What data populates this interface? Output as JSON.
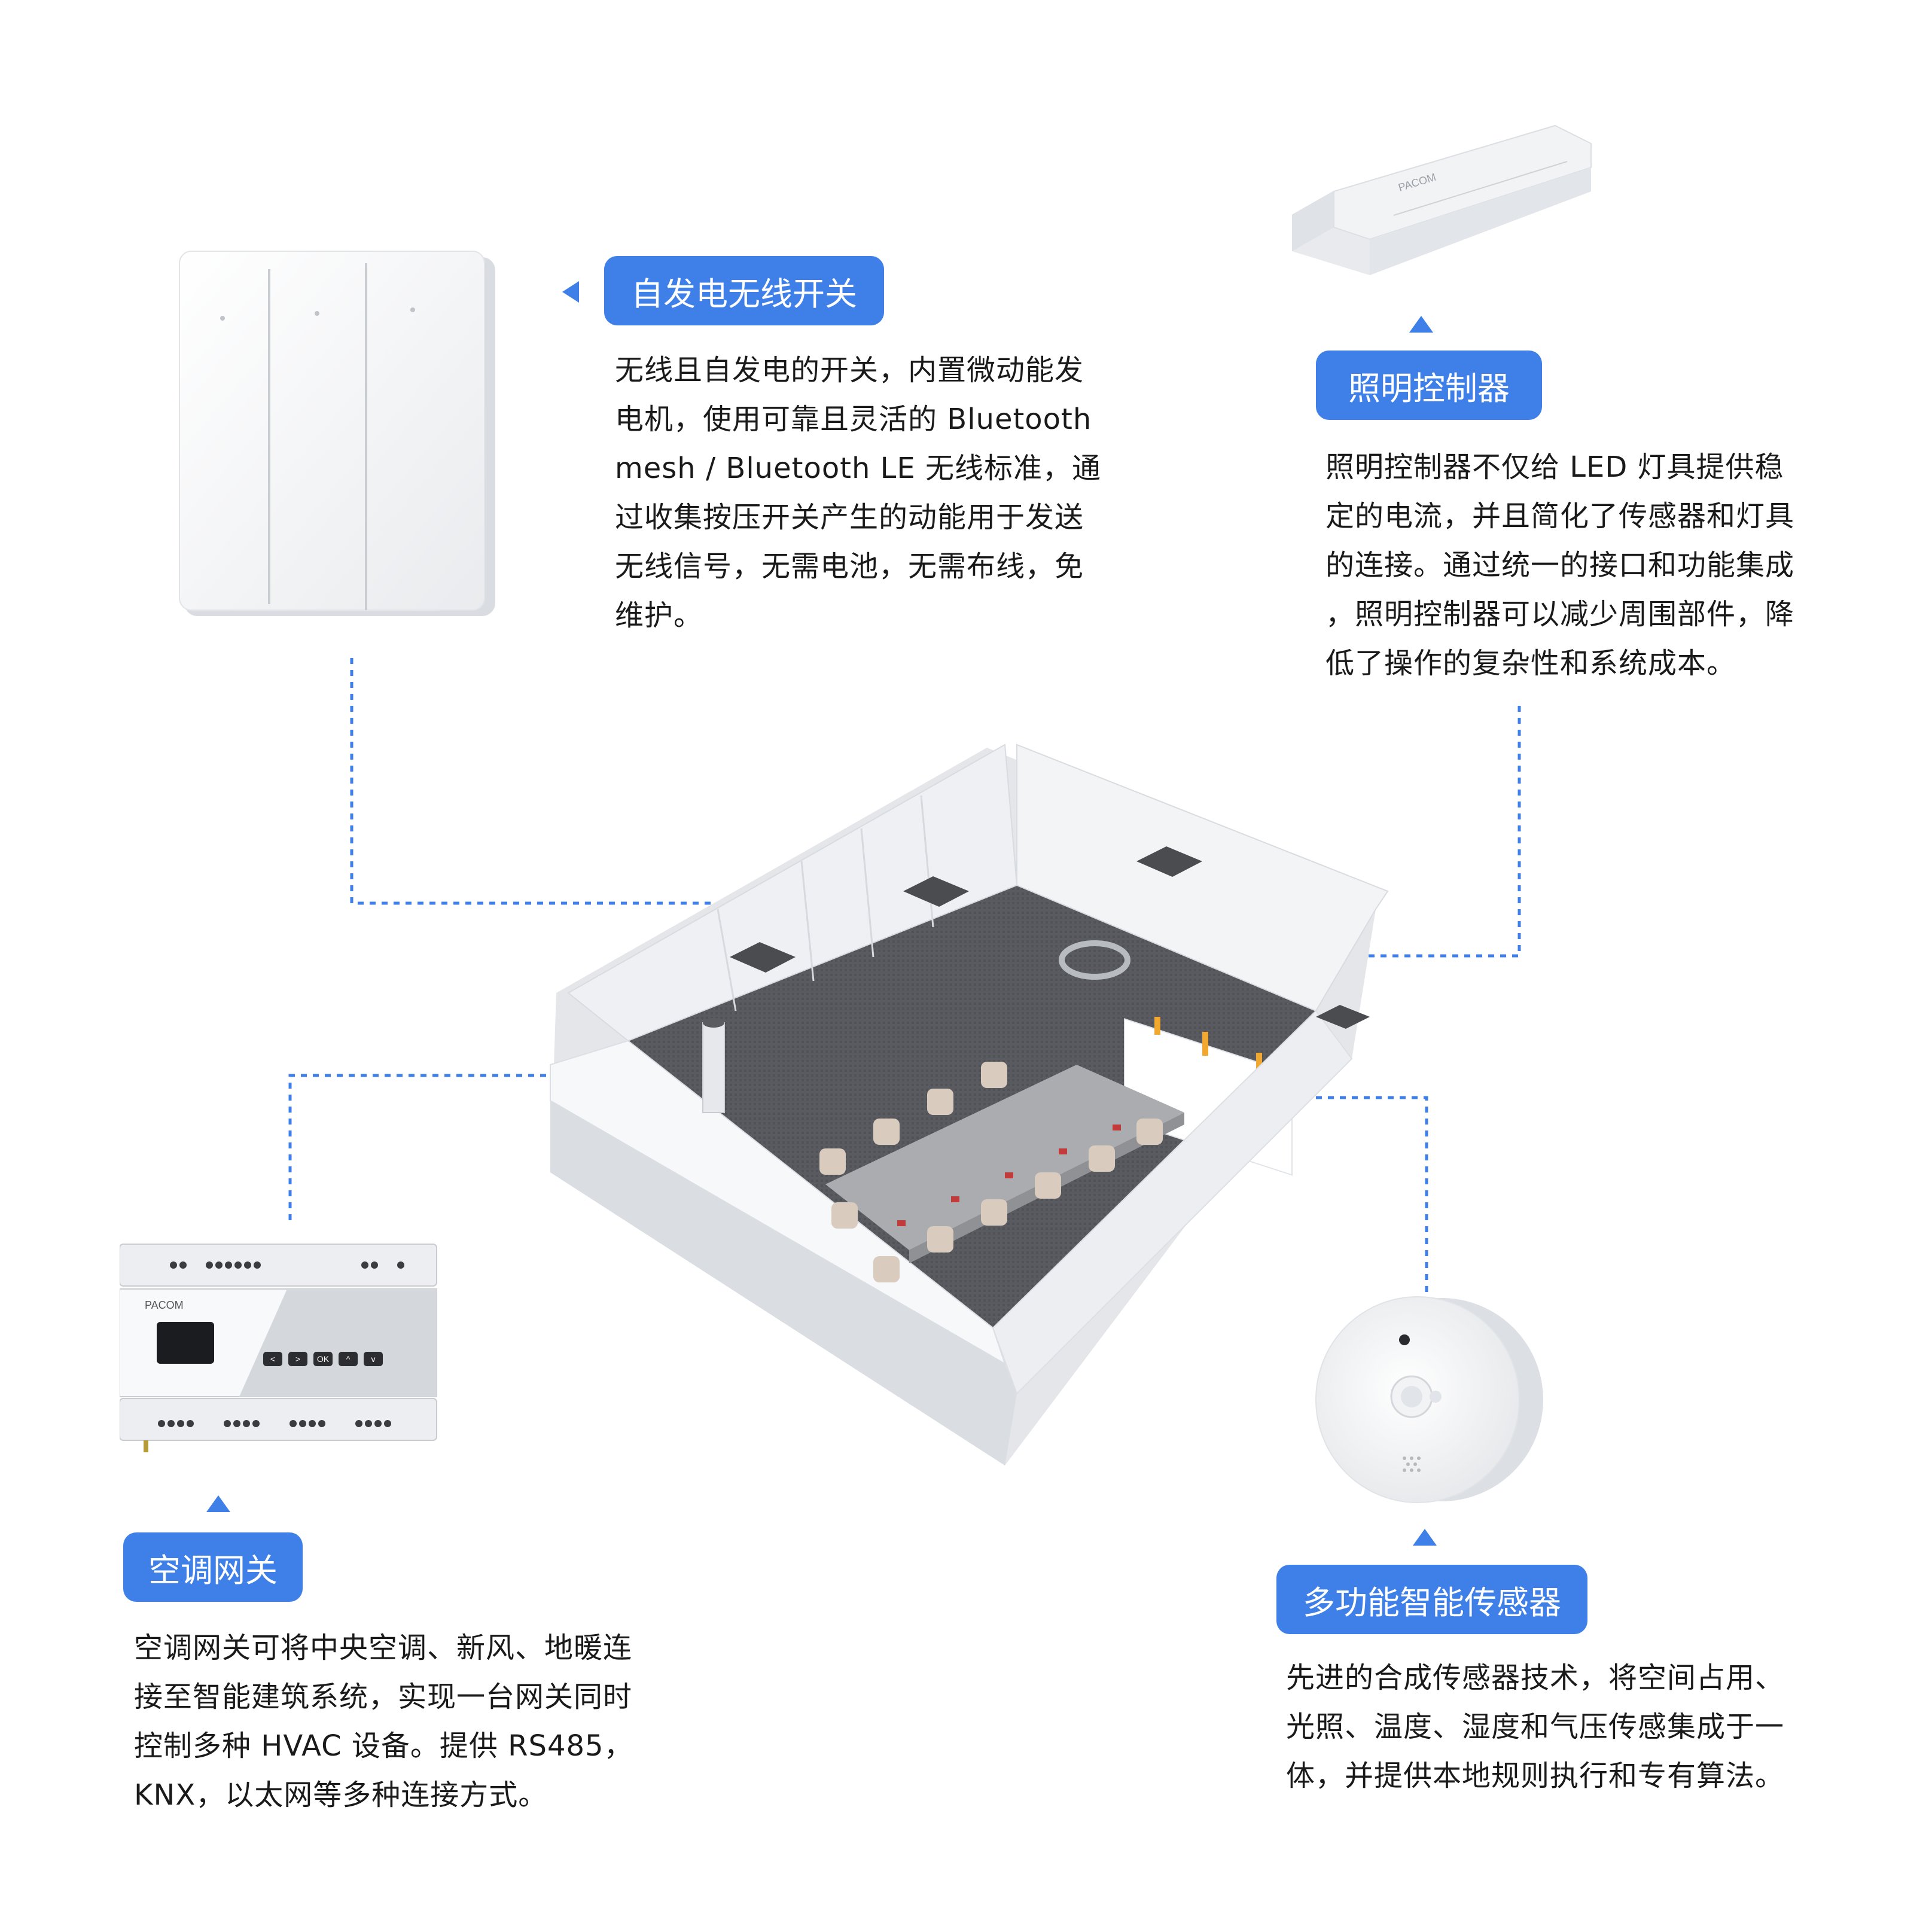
{
  "colors": {
    "accent": "#3f7fe8",
    "text": "#1a1a1a",
    "floor": "#55575c",
    "wall": "#eef0f3"
  },
  "switch": {
    "title": "自发电无线开关",
    "desc": [
      "无线且自发电的开关，内置微动能发",
      "电机，使用可靠且灵活的 Bluetooth",
      "mesh / Bluetooth LE 无线标准，通",
      "过收集按压开关产生的动能用于发送",
      "无线信号，无需电池，无需布线，免",
      "维护。"
    ]
  },
  "lighting": {
    "title": "照明控制器",
    "desc": [
      " 照明控制器不仅给 LED 灯具提供稳",
      "定的电流，并且简化了传感器和灯具",
      "的连接。通过统一的接口和功能集成",
      "，照明控制器可以减少周围部件，降",
      "低了操作的复杂性和系统成本。"
    ],
    "device_label": "PACOM"
  },
  "hvac": {
    "title": "空调网关",
    "desc": [
      "空调网关可将中央空调、新风、地暖连",
      "接至智能建筑系统，实现一台网关同时",
      "控制多种 HVAC 设备。提供 RS485，",
      "KNX，以太网等多种连接方式。"
    ],
    "device_label": "PACOM",
    "buttons": [
      "<",
      ">",
      "OK",
      "^",
      "v"
    ]
  },
  "sensor": {
    "title": "多功能智能传感器",
    "desc": [
      "先进的合成传感器技术，将空间占用、",
      "光照、温度、湿度和气压传感集成于一",
      "体，并提供本地规则执行和专有算法。"
    ]
  }
}
